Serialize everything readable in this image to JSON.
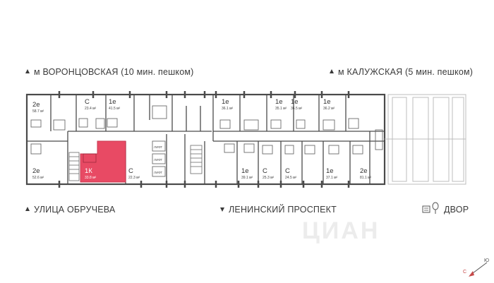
{
  "directions": {
    "top_left": "м ВОРОНЦОВСКАЯ  (10 мин. пешком)",
    "top_right": "м КАЛУЖСКАЯ (5 мин. пешком)",
    "bottom_left": "УЛИЦА ОБРУЧЕВА",
    "bottom_center": "ЛЕНИНСКИЙ ПРОСПЕКТ",
    "bottom_right": "ДВОР"
  },
  "apartments": [
    {
      "type": "2е",
      "area": "58.7 м²"
    },
    {
      "type": "С",
      "area": "23.4 м²"
    },
    {
      "type": "1е",
      "area": "41.5 м²"
    },
    {
      "type": "1е",
      "area": "36.1 м²"
    },
    {
      "type": "1е",
      "area": "35.1 м²"
    },
    {
      "type": "1е",
      "area": "36.5 м²"
    },
    {
      "type": "1е",
      "area": "36.2 м²"
    },
    {
      "type": "2е",
      "area": "52.6 м²"
    },
    {
      "type": "1К",
      "area": "33.8 м²"
    },
    {
      "type": "С",
      "area": "22.3 м²"
    },
    {
      "type": "1е",
      "area": "39.1 м²"
    },
    {
      "type": "С",
      "area": "25.3 м²"
    },
    {
      "type": "С",
      "area": "24.5 м²"
    },
    {
      "type": "1е",
      "area": "37.1 м²"
    },
    {
      "type": "2е",
      "area": "81.1 м²"
    }
  ],
  "lift_label": "ЛИФТ",
  "highlight_color": "#e84a64",
  "watermark": "ЦИАН",
  "compass": {
    "south": "С",
    "north": "Ю"
  }
}
